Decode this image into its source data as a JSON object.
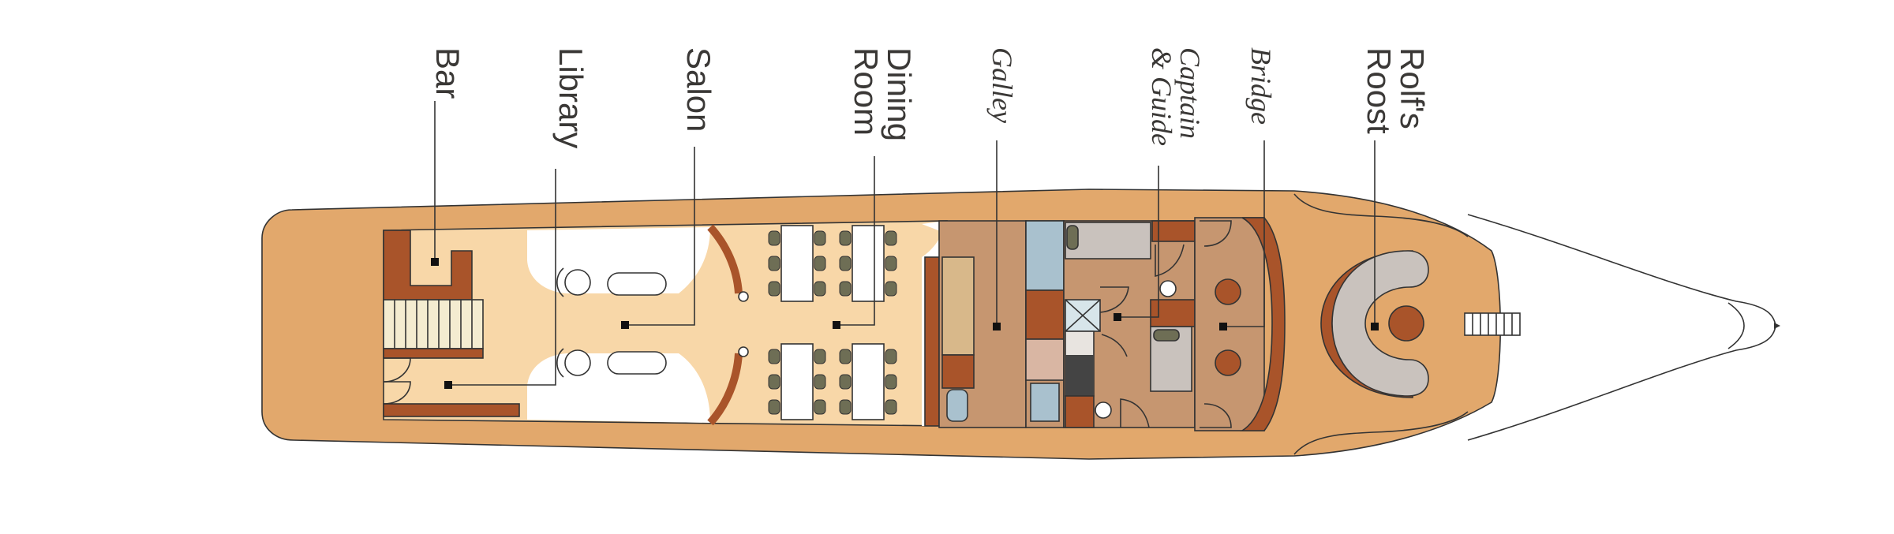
{
  "colors": {
    "hull": "#e2a86c",
    "deck": "#f8d7a8",
    "wood": "#a9542a",
    "tan": "#c69670",
    "gray": "#c9c2bd",
    "blue": "#a9c1ce",
    "chair": "#6e6e55",
    "outline": "#333333"
  },
  "labels": {
    "bar": [
      "Bar"
    ],
    "library": [
      "Library"
    ],
    "salon": [
      "Salon"
    ],
    "dining": [
      "Dining",
      "Room"
    ],
    "galley": [
      "Galley"
    ],
    "captain": [
      "Captain",
      "& Guide"
    ],
    "bridge": [
      "Bridge"
    ],
    "rolfs": [
      "Rolf's",
      "Roost"
    ]
  }
}
